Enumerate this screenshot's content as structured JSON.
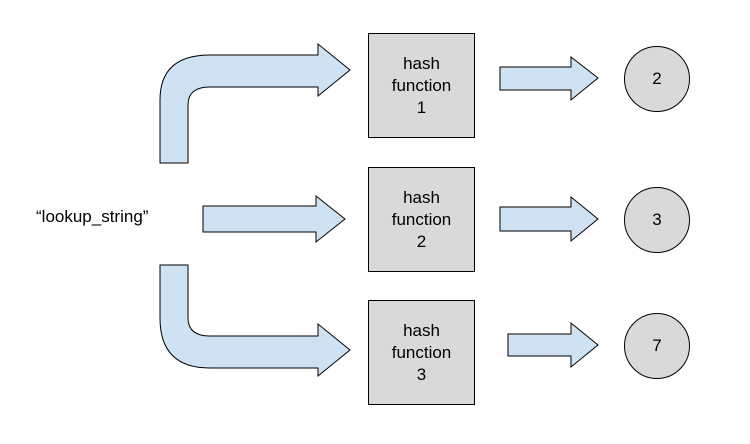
{
  "input": {
    "label": "“lookup_string”"
  },
  "hash_functions": [
    {
      "line1": "hash",
      "line2": "function",
      "line3": "1"
    },
    {
      "line1": "hash",
      "line2": "function",
      "line3": "2"
    },
    {
      "line1": "hash",
      "line2": "function",
      "line3": "3"
    }
  ],
  "results": [
    "2",
    "3",
    "7"
  ],
  "colors": {
    "arrow_fill": "#cfe2f3",
    "box_fill": "#d9d9d9",
    "stroke": "#000000"
  }
}
